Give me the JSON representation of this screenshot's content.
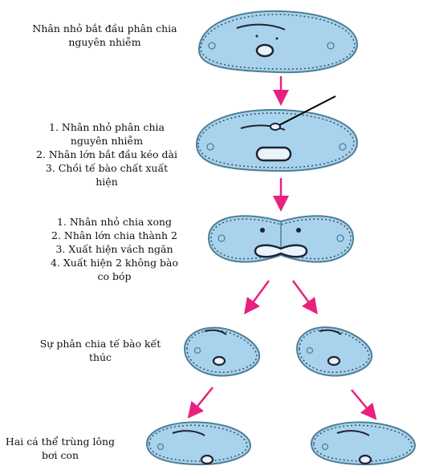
{
  "colors": {
    "cell_fill": "#a9d3ec",
    "cell_stroke": "#4d7f9a",
    "cilia": "#37505e",
    "arrow": "#e8207e",
    "pointer": "#000000"
  },
  "steps": [
    {
      "label": "Nhân nhỏ bắt đầu phân chia\nnguyên nhiễm"
    },
    {
      "label": "1. Nhân nhỏ phân chia\nnguyên nhiễm\n2. Nhân lớn bắt đầu kéo dài\n3. Chồi tế bào chất xuất\nhiện"
    },
    {
      "label": "1. Nhân nhỏ chia xong\n2. Nhân lớn chia thành 2\n3. Xuất hiện vách ngăn\n4. Xuất hiện 2 không bào\nco bóp"
    },
    {
      "label": "Sự phân chia tế bào kết\nthúc"
    },
    {
      "label": "Hai cá thể trùng lông\nbơi con"
    }
  ]
}
